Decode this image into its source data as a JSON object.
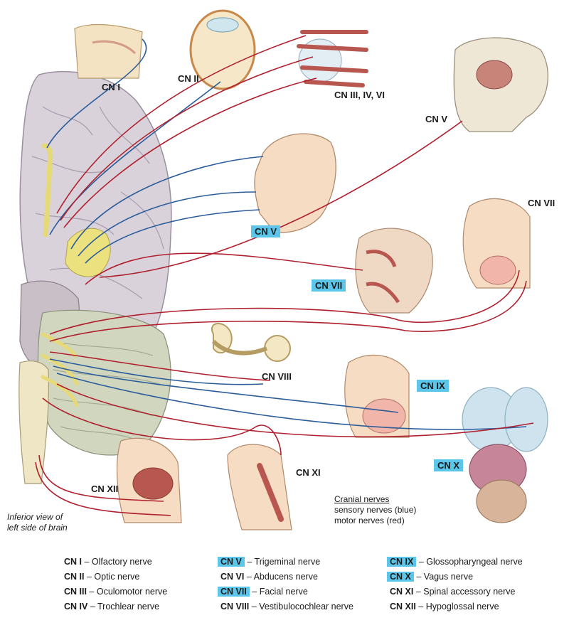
{
  "diagram_labels": {
    "cn1": "CN I",
    "cn2": "CN II",
    "cn3_4_6": "CN III, IV, VI",
    "cn5_top": "CN V",
    "cn5_face": "CN V",
    "cn7_right": "CN VII",
    "cn7_face": "CN VII",
    "cn8": "CN VIII",
    "cn9": "CN IX",
    "cn10": "CN X",
    "cn11": "CN XI",
    "cn12": "CN XII"
  },
  "caption": {
    "line1": "Inferior view of",
    "line2": "left side of brain"
  },
  "nerve_legend": {
    "title": "Cranial nerves",
    "sensory": "sensory nerves (blue)",
    "motor": "motor nerves (red)"
  },
  "colors": {
    "sensory": "#2b5d9b",
    "motor": "#b0202e",
    "highlight": "#5cc6ea",
    "nerve_trunk": "#efe58a",
    "brain": "#dcd4dc"
  },
  "key": {
    "col1": [
      {
        "code": "CN I",
        "name": "Olfactory nerve"
      },
      {
        "code": "CN II",
        "name": "Optic nerve"
      },
      {
        "code": "CN III",
        "name": "Oculomotor nerve"
      },
      {
        "code": "CN IV",
        "name": "Trochlear nerve"
      }
    ],
    "col2": [
      {
        "code": "CN V",
        "name": "Trigeminal nerve"
      },
      {
        "code": "CN VI",
        "name": "Abducens nerve"
      },
      {
        "code": "CN VII",
        "name": "Facial nerve"
      },
      {
        "code": "CN VIII",
        "name": "Vestibulocochlear nerve"
      }
    ],
    "col3": [
      {
        "code": "CN IX",
        "name": "Glossopharyngeal nerve"
      },
      {
        "code": "CN X",
        "name": "Vagus nerve"
      },
      {
        "code": "CN XI",
        "name": "Spinal accessory nerve"
      },
      {
        "code": "CN XII",
        "name": "Hypoglossal nerve"
      }
    ]
  }
}
